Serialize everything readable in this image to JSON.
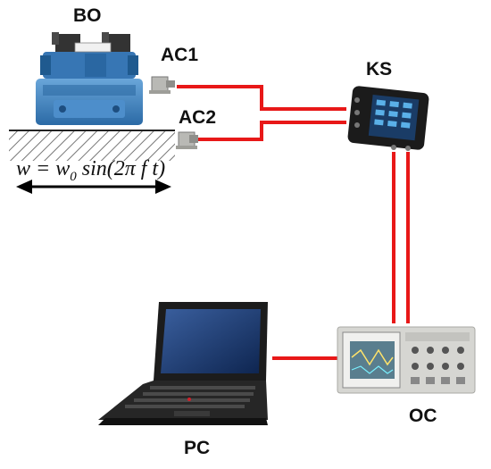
{
  "labels": {
    "valve": "BO",
    "sensor1": "AC1",
    "sensor2": "AC2",
    "conditioner": "KS",
    "oscilloscope": "OC",
    "computer": "PC"
  },
  "formula": {
    "lhs": "w",
    "eq": " = ",
    "w0_base": "w",
    "w0_sub": "0",
    "rhs": " sin(2π f t)"
  },
  "colors": {
    "cable": "#e81818",
    "valve_body": "#3f86c4",
    "valve_dark": "#1f5a8f",
    "device_dark": "#1b1b1b",
    "scope_body": "#d6d6d2"
  },
  "icons": {
    "valve": "hydraulic-valve-icon",
    "accelerometer": "accelerometer-icon",
    "conditioner": "signal-conditioner-icon",
    "oscilloscope": "oscilloscope-icon",
    "laptop": "laptop-icon"
  }
}
